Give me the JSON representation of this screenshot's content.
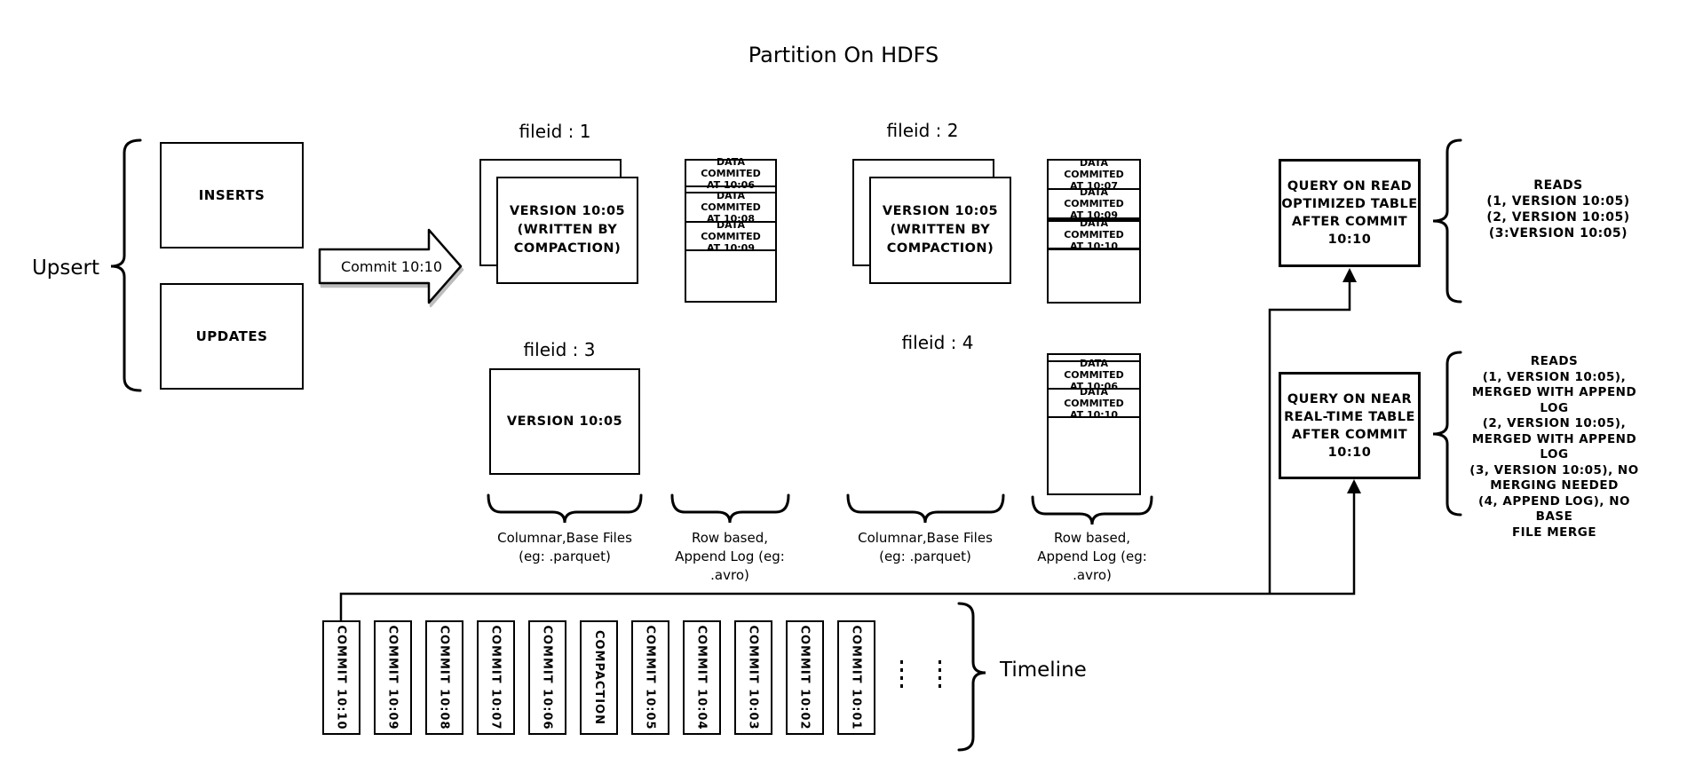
{
  "title": "Partition On HDFS",
  "upsert": {
    "label": "Upsert",
    "inserts_label": "INSERTS",
    "updates_label": "UPDATES",
    "commit_arrow_label": "Commit 10:10"
  },
  "file_groups": {
    "group1": {
      "label": "fileid : 1",
      "base_file_text": "VERSION 10:05\n(WRITTEN BY\nCOMPACTION)"
    },
    "group2": {
      "label": "fileid : 2",
      "base_file_text": "VERSION 10:05\n(WRITTEN BY\nCOMPACTION)"
    },
    "group3": {
      "label": "fileid : 3",
      "base_file_text": "VERSION 10:05"
    },
    "group4": {
      "label": "fileid : 4"
    }
  },
  "logs": {
    "log1": {
      "rows": [
        "DATA COMMITED\nAT 10:06",
        "DATA COMMITED\nAT 10:08",
        "DATA COMMITED\nAT 10:09"
      ]
    },
    "log2": {
      "rows": [
        "DATA COMMITED\nAT 10:07",
        "DATA COMMITED\nAT 10:09",
        "DATA COMMITED\nAT 10:10"
      ]
    },
    "log4": {
      "rows": [
        "DATA COMMITED\nAT 10:06",
        "DATA COMMITED\nAT 10:10"
      ]
    }
  },
  "brace_labels": {
    "columnar1": "Columnar,Base Files\n(eg: .parquet)",
    "row_based1": "Row based,\nAppend Log (eg:\n.avro)",
    "columnar2": "Columnar,Base Files\n(eg: .parquet)",
    "row_based2": "Row based,\nAppend Log (eg:\n.avro)"
  },
  "queries": {
    "read_optimized": {
      "box_text": "QUERY ON READ\nOPTIMIZED TABLE\nAFTER COMMIT\n10:10",
      "reads_text": "READS\n(1, VERSION 10:05)\n(2, VERSION 10:05)\n(3:VERSION 10:05)"
    },
    "near_real_time": {
      "box_text": "QUERY ON NEAR\nREAL-TIME TABLE\nAFTER COMMIT\n10:10",
      "reads_text": "READS\n(1, VERSION 10:05),\nMERGED WITH APPEND LOG\n(2, VERSION 10:05),\nMERGED WITH APPEND LOG\n(3, VERSION 10:05), NO\nMERGING NEEDED\n(4, APPEND LOG), NO BASE\nFILE MERGE"
    }
  },
  "timeline": {
    "label": "Timeline",
    "items": [
      "COMMIT 10:10",
      "COMMIT 10:09",
      "COMMIT 10:08",
      "COMMIT 10:07",
      "COMMIT 10:06",
      "COMPACTION",
      "COMMIT 10:05",
      "COMMIT 10:04",
      "COMMIT 10:03",
      "COMMIT 10:02",
      "COMMIT 10:01"
    ]
  },
  "colors": {
    "ink": "#000000",
    "background": "#ffffff"
  }
}
